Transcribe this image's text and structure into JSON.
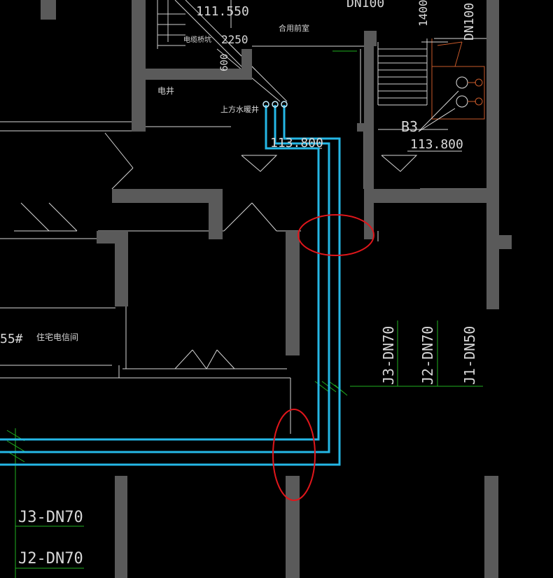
{
  "drawing": {
    "elevations": {
      "top_left": "111.550",
      "pipe_riser": "113.800",
      "right_room": "113.800"
    },
    "dimensions": {
      "d2250": "2250",
      "d1400": "1400",
      "d600": "600"
    },
    "room_labels": {
      "cable_shaft": "电缆桥坑",
      "shared_front_room": "合用前室",
      "electric_shaft": "电井",
      "upper_water_shaft": "上方水暖井",
      "telecom_room": "住宅电信间",
      "unit_no": "55#"
    },
    "pipe_labels": {
      "top_dn100_a": "DN100",
      "top_dn100_b": "DN100",
      "j3_vertical": "J3-DN70",
      "j2_vertical": "J2-DN70",
      "j1_vertical": "J1-DN50",
      "j3_bottom": "J3-DN70",
      "j2_bottom": "J2-DN70"
    },
    "equipment_labels": {
      "b3": "B3"
    }
  },
  "colors": {
    "background": "#000000",
    "wall": "#5a5a5a",
    "line_white": "#d8d8d8",
    "line_gray": "#9a9a9a",
    "pipe_cyan": "#25b7e6",
    "annotation_green": "#20b020",
    "marker_red": "#e0161b",
    "equipment_orange": "#c85a2a"
  }
}
